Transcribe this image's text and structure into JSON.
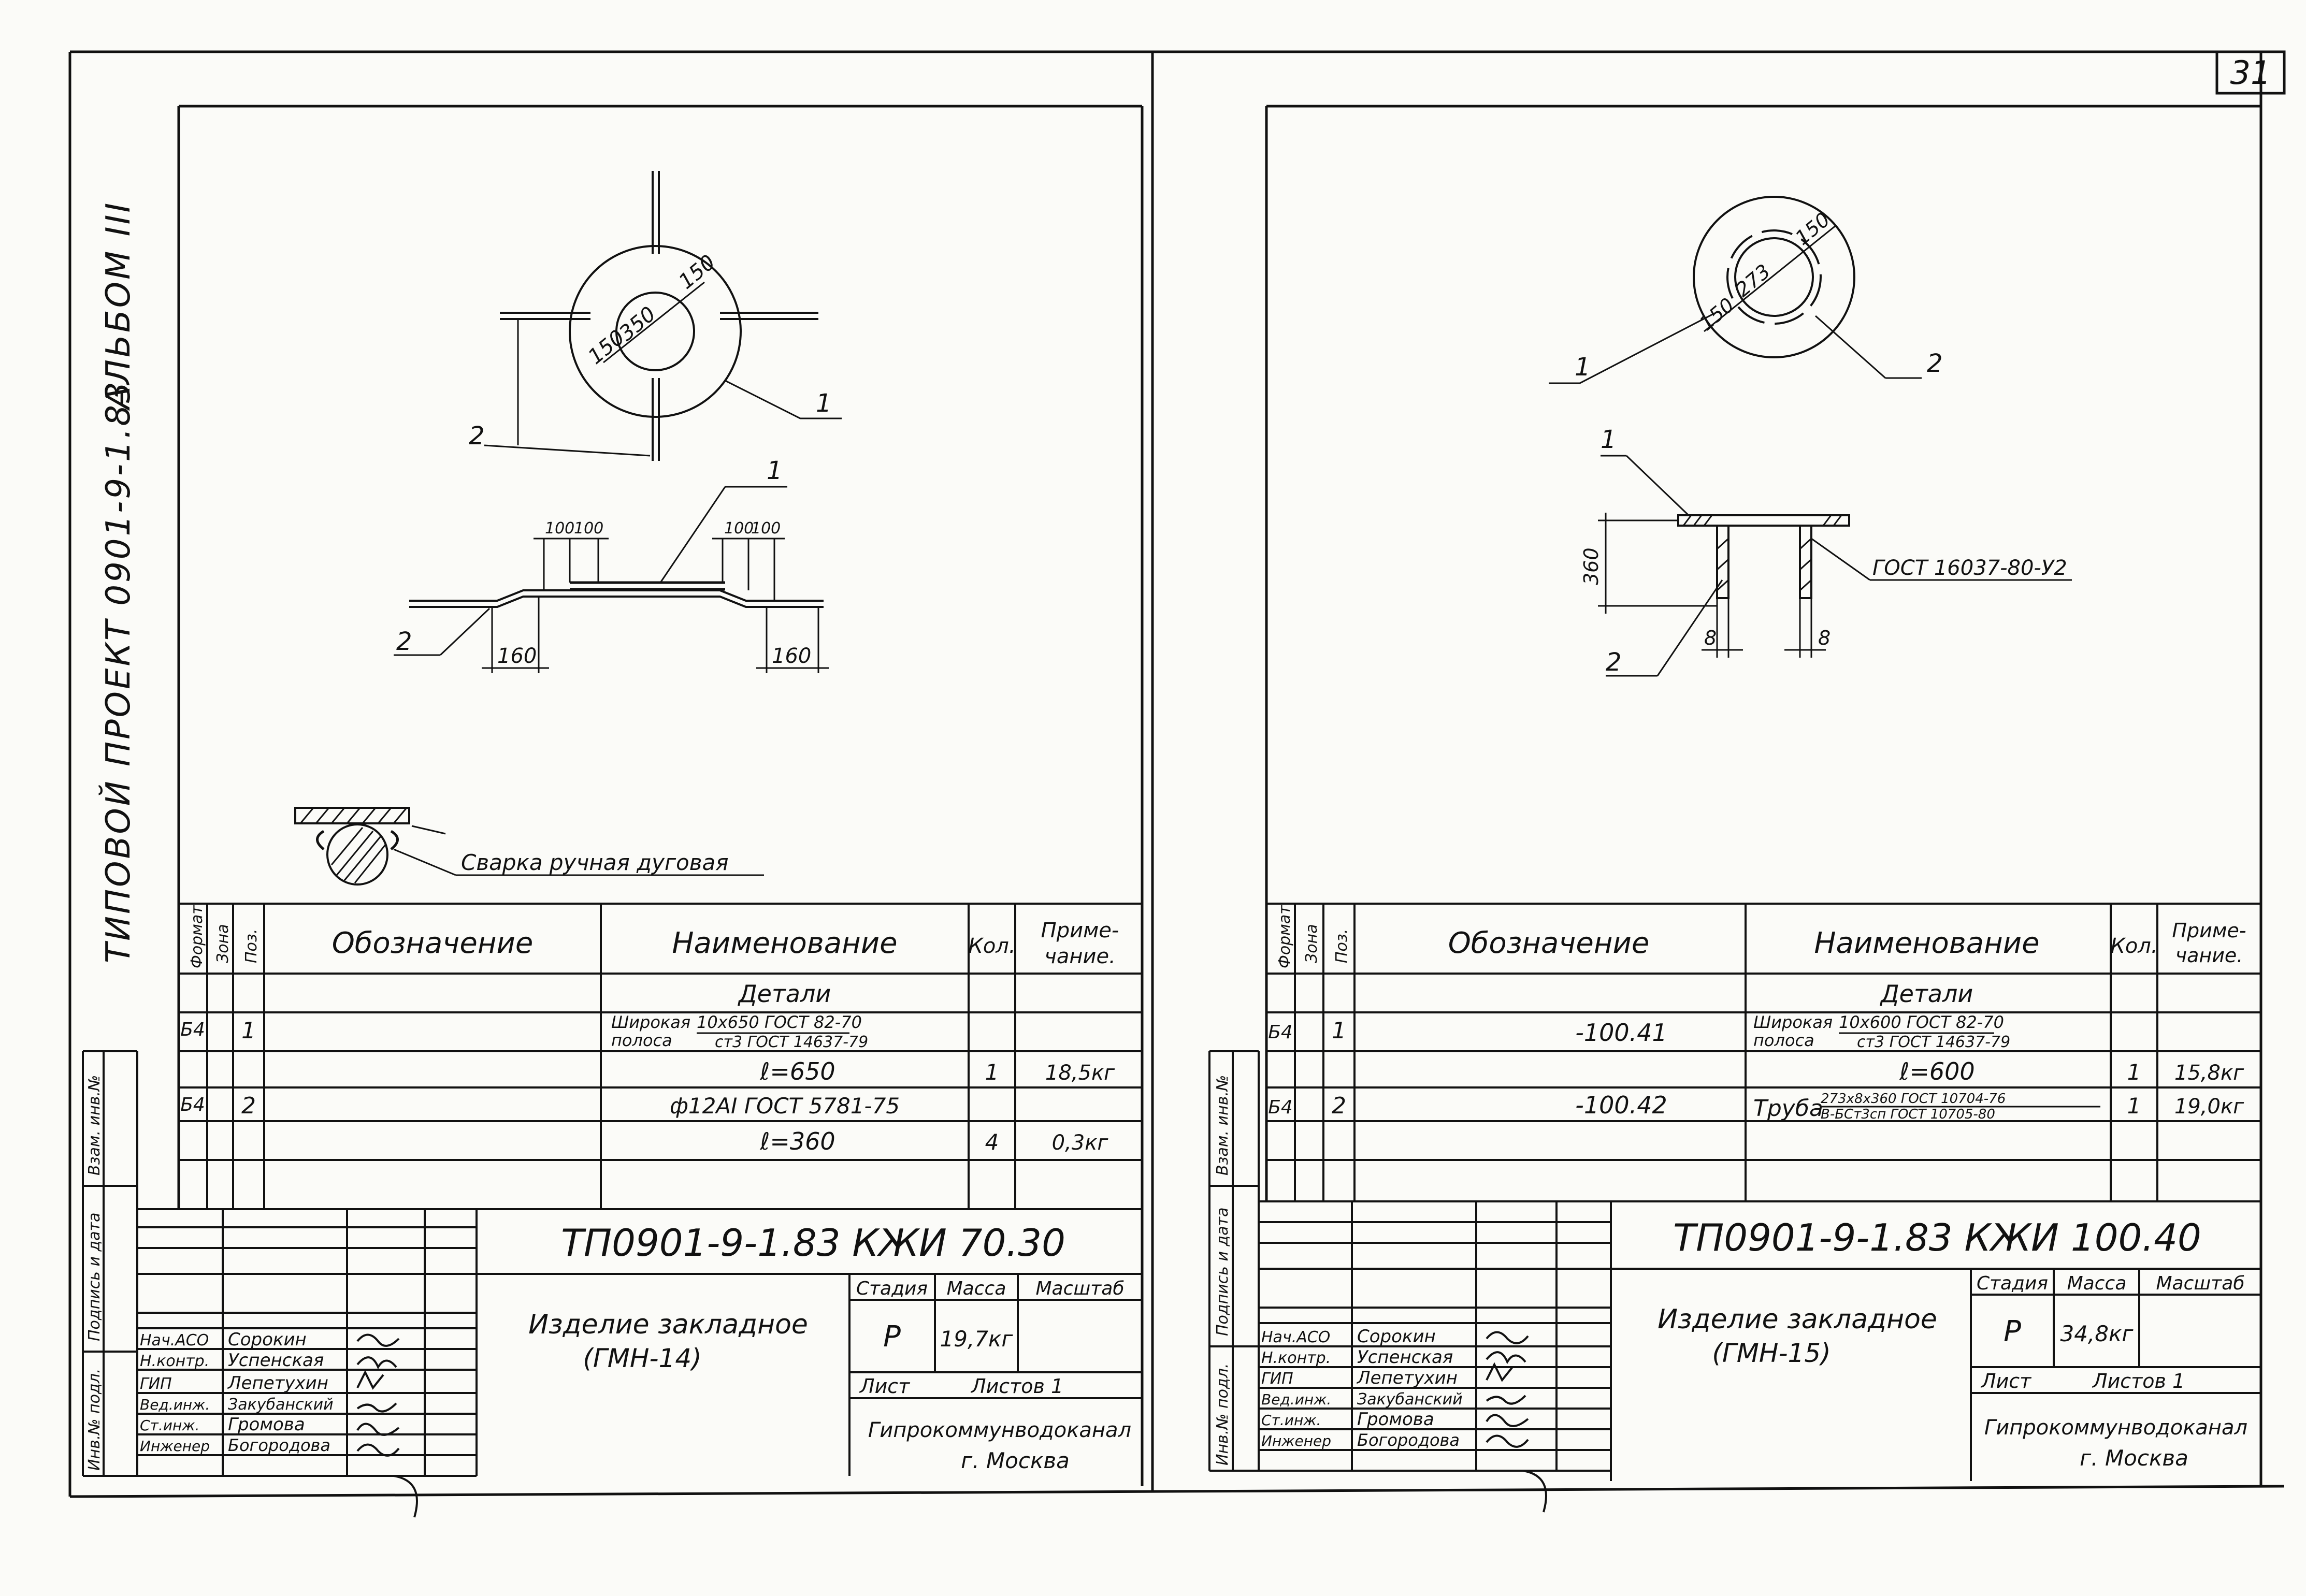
{
  "page_number": "31",
  "album": {
    "title": "ТИПОВОЙ ПРОЕКТ 0901-9-1.83",
    "album_label": "АЛЬБОМ III"
  },
  "table_headers": {
    "format": "Формат",
    "zone": "Зона",
    "pos": "Поз.",
    "designation": "Обозначение",
    "name": "Наименование",
    "qty": "Кол.",
    "note_line1": "Приме-",
    "note_line2": "чание."
  },
  "side_stamps": {
    "inv_podl": "Инв.№ подл.",
    "podp_data": "Подпись и дата",
    "vzam_inv": "Взам. инв.№"
  },
  "left_sheet": {
    "dims": {
      "d1": "150",
      "d2": "350",
      "d3": "150",
      "d4": "100",
      "d5": "100",
      "d6": "100",
      "d7": "100",
      "d8": "160",
      "d9": "160"
    },
    "callouts": {
      "c1": "1",
      "c2": "2",
      "c3": "1",
      "c4": "2"
    },
    "weld_note": "Сварка ручная дуговая",
    "section": "Детали",
    "rows": [
      {
        "format": "Б4",
        "pos": "1",
        "name_a": "Широкая",
        "name_b": "полоса",
        "spec_top": "10х650 ГОСТ 82-70",
        "spec_bottom": "ст3 ГОСТ 14637-79"
      },
      {
        "length": "ℓ=650",
        "qty": "1",
        "note": "18,5кг"
      },
      {
        "format": "Б4",
        "pos": "2",
        "name": "ф12АI ГОСТ 5781-75"
      },
      {
        "length": "ℓ=360",
        "qty": "4",
        "note": "0,3кг"
      }
    ],
    "code": "ТП0901-9-1.83 КЖИ 70.30",
    "product_name": "Изделие закладное",
    "product_mark": "(ГМН-14)",
    "stage_header": "Стадия",
    "mass_header": "Масса",
    "scale_header": "Масштаб",
    "stage": "Р",
    "mass": "19,7кг",
    "sheet_label": "Лист",
    "sheets_label": "Листов 1",
    "org_line1": "Гипрокоммунводоканал",
    "org_line2": "г. Москва",
    "signatures": [
      {
        "role": "Нач.АСО",
        "name": "Сорокин"
      },
      {
        "role": "Н.контр.",
        "name": "Успенская"
      },
      {
        "role": "ГИП",
        "name": "Лепетухин"
      },
      {
        "role": "Вед.инж.",
        "name": "Закубанский"
      },
      {
        "role": "Ст.инж.",
        "name": "Громова"
      },
      {
        "role": "Инженер",
        "name": "Богородова"
      }
    ]
  },
  "right_sheet": {
    "dims": {
      "d1": "150",
      "d2": "273",
      "d3": "150",
      "d4": "360",
      "d5": "8",
      "d6": "8"
    },
    "callouts": {
      "c1": "1",
      "c2": "2",
      "c3": "1",
      "c4": "2"
    },
    "weld_note": "ГОСТ 16037-80-У2",
    "section": "Детали",
    "rows": [
      {
        "format": "Б4",
        "pos": "1",
        "designation": "-100.41",
        "name_a": "Широкая",
        "name_b": "полоса",
        "spec_top": "10х600 ГОСТ 82-70",
        "spec_bottom": "ст3 ГОСТ 14637-79"
      },
      {
        "length": "ℓ=600",
        "qty": "1",
        "note": "15,8кг"
      },
      {
        "format": "Б4",
        "pos": "2",
        "designation": "-100.42",
        "name": "Труба",
        "spec_top": "273х8х360 ГОСТ 10704-76",
        "spec_bottom": "В-БСт3сп ГОСТ 10705-80",
        "qty": "1",
        "note": "19,0кг"
      }
    ],
    "code": "ТП0901-9-1.83 КЖИ 100.40",
    "product_name": "Изделие закладное",
    "product_mark": "(ГМН-15)",
    "stage_header": "Стадия",
    "mass_header": "Масса",
    "scale_header": "Масштаб",
    "stage": "Р",
    "mass": "34,8кг",
    "sheet_label": "Лист",
    "sheets_label": "Листов 1",
    "org_line1": "Гипрокоммунводоканал",
    "org_line2": "г. Москва",
    "signatures": [
      {
        "role": "Нач.АСО",
        "name": "Сорокин"
      },
      {
        "role": "Н.контр.",
        "name": "Успенская"
      },
      {
        "role": "ГИП",
        "name": "Лепетухин"
      },
      {
        "role": "Вед.инж.",
        "name": "Закубанский"
      },
      {
        "role": "Ст.инж.",
        "name": "Громова"
      },
      {
        "role": "Инженер",
        "name": "Богородова"
      }
    ]
  }
}
